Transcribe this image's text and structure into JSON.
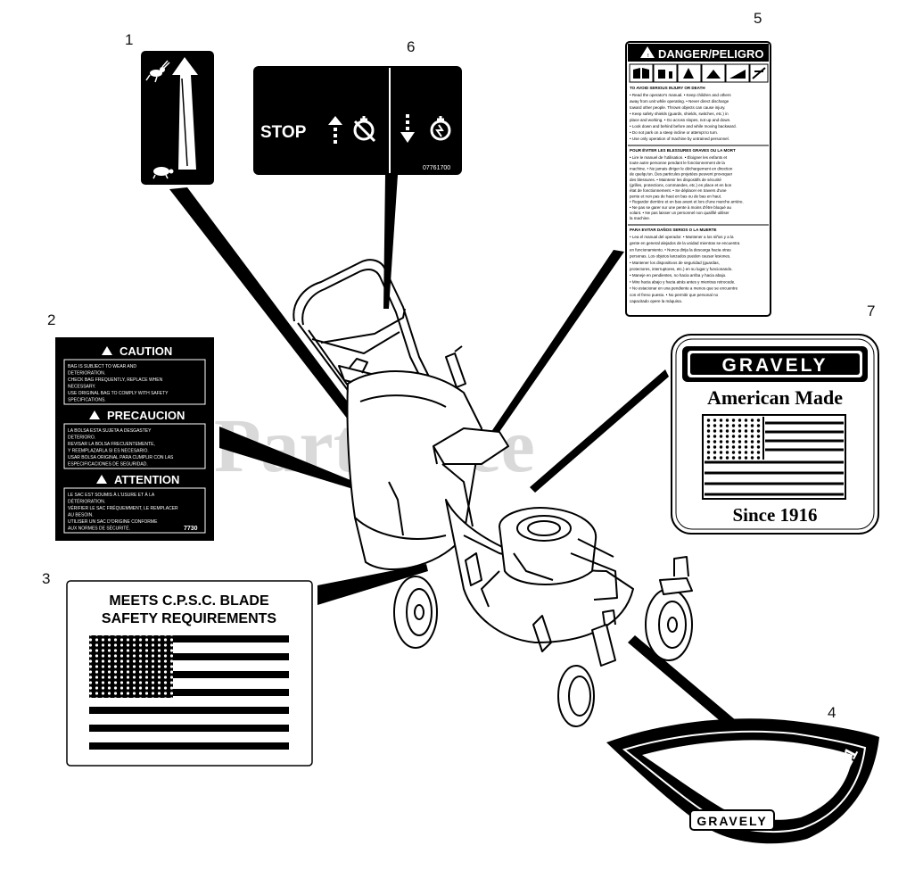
{
  "watermark": "PartsTree",
  "watermark_tm": "™",
  "callouts": [
    "1",
    "2",
    "3",
    "4",
    "5",
    "6",
    "7"
  ],
  "label2": {
    "caution": "CAUTION",
    "caution_lines": [
      "BAG IS SUBJECT TO WEAR AND",
      "DETERIORATION.",
      "CHECK BAG FREQUENTLY, REPLACE WHEN",
      "NECESSARY.",
      "USE ORIGINAL BAG TO COMPLY WITH SAFETY",
      "SPECIFICATIONS."
    ],
    "precaucion": "PRECAUCION",
    "precaucion_lines": [
      "LA BOLSA ESTA SUJETA A DESGASTEY",
      "DETERIORO.",
      "REVISAR LA BOLSA FRECUENTEMENTE,",
      "Y REEMPLAZARLA SI ES NECESARIO.",
      "USAR BOLSA ORIGINAL PARA CUMPLIR CON LAS",
      "ESPECIFICACIONES DE SEGURIDAD."
    ],
    "attention": "ATTENTION",
    "attention_lines": [
      "LE SAC EST SOUMIS À L'USURE ET À LA",
      "DÉTÉRIORATION.",
      "VÉRIFIER LE SAC FRÉQUEMMENT, LE REMPLACER",
      "AU BESOIN.",
      "UTILISER UN SAC D'ORIGINE CONFORME",
      "AUX NORMES DE SÉCURITÉ."
    ],
    "part_no": "7730"
  },
  "label3": {
    "line1": "MEETS C.P.S.C. BLADE",
    "line2": "SAFETY REQUIREMENTS"
  },
  "label4": {
    "brand": "GRAVELY",
    "size": "21"
  },
  "label5": {
    "title": "DANGER/PELIGRO",
    "section1_head": "TO AVOID SERIOUS INJURY OR DEATH",
    "section1_lines": [
      "• Read the operator's manual. • Keep children and others",
      "away from unit while operating. • Never direct discharge",
      "toward other people. Thrown objects can cause injury.",
      "• Keep safety shields (guards, shields, switches, etc.) in",
      "place and working. • Go across slopes, not up and down.",
      "• Look down and behind before and while moving backward.",
      "• Do not park on a steep incline or attempt to turn.",
      "• Use only operation of machine by untrained personnel."
    ],
    "section2_head": "POUR ÉVITER LES BLESSURES GRAVES OU LA MORT",
    "section2_lines": [
      "• Lire le manuel de l'utilisation. • Éloigner les enfants et",
      "toute autre personne pendant le fonctionnement de la",
      "machine. • Ne jamais diriger le déchargement en direction",
      "de quelqu'un. Des particules projetées peuvent provoquer",
      "des blessures. • Maintenir les dispositifs de sécurité",
      "(grilles, protections, commandes, etc.) en place et en bon",
      "état de fonctionnement. • Se déplacer en travers d'une",
      "pente et non pas de haut en bas ou de bas en haut.",
      "• Regarder derrière et en bas avant et lors d'une marche arrière.",
      "• Ne pas se garer sur une pente à moins d'être bloqué au",
      "volant. • Ne pas laisser un personnel non qualifié utiliser",
      "la machine."
    ],
    "section3_head": "PARA EVITAR DAÑOS SERIOS O LA MUERTE",
    "section3_lines": [
      "• Lea el manual del operador. • Mantener a los niños y a la",
      "gente en general alejados de la unidad mientras se encuentra",
      "en funcionamiento. • Nunca dirija la descarga hacia otras",
      "personas. Los objetos lanzados pueden causar lesiones.",
      "• Mantener los dispositivos de seguridad (guardas,",
      "protectores, interruptores, etc.) en su lugar y funcionando.",
      "• Maneje en pendientes, no hacia arriba y hacia abajo.",
      "• Mire hacia abajo y hacia atrás antes y mientras retrocede.",
      "• No estacionar en una pendiente a menos que se encuentre",
      "con el freno puesto. • No permitir que personal no",
      "capacitado opere la máquina."
    ]
  },
  "label6": {
    "stop": "STOP",
    "part_no": "07761700"
  },
  "label7": {
    "brand": "GRAVELY",
    "subtitle": "American Made",
    "since": "Since 1916"
  }
}
